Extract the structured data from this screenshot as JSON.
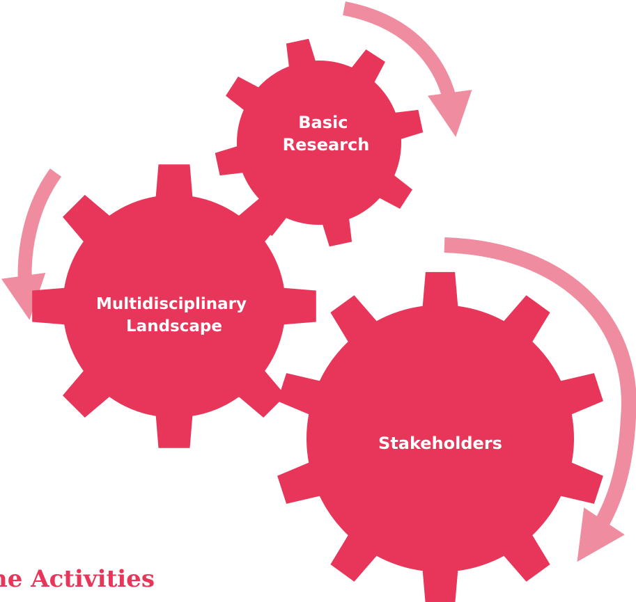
{
  "colors": {
    "gear": "#e8365a",
    "arrow": "#f08ca0",
    "caption": "#e8365a"
  },
  "gears": [
    {
      "id": "basic-research",
      "label_lines": [
        "Basic",
        "Research"
      ]
    },
    {
      "id": "multidisciplinary-landscape",
      "label_lines": [
        "Multidisciplinary",
        "Landscape"
      ]
    },
    {
      "id": "stakeholders",
      "label_lines": [
        "Stakeholders"
      ]
    }
  ],
  "arrows": [
    {
      "id": "arrow-basic-research",
      "icon": "curved-arrow-down-icon"
    },
    {
      "id": "arrow-multidisciplinary",
      "icon": "curved-arrow-down-icon"
    },
    {
      "id": "arrow-stakeholders",
      "icon": "curved-arrow-down-icon"
    }
  ],
  "caption": {
    "text": "he Activities"
  }
}
